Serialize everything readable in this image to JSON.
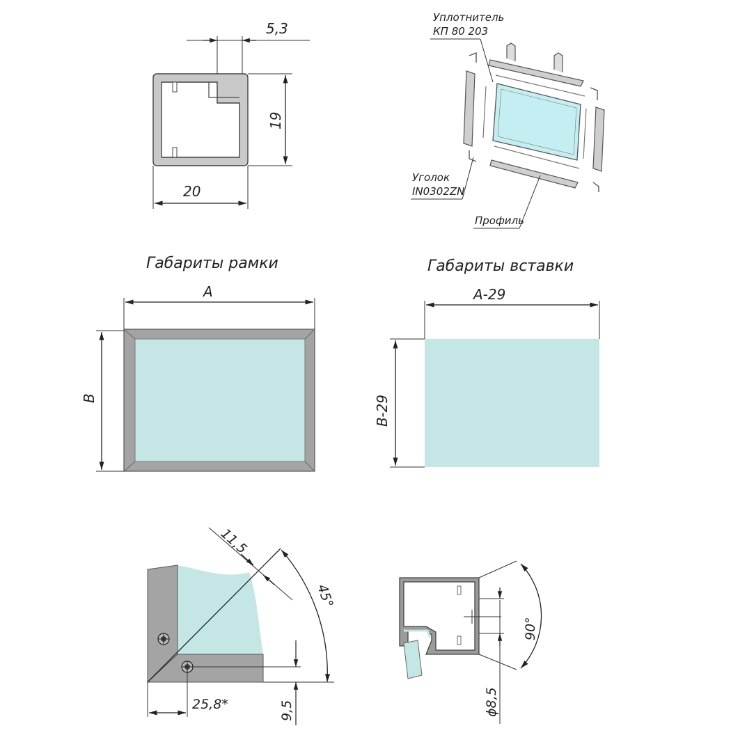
{
  "colors": {
    "glass": "#c4e7e6",
    "frame_gray": "#a4a4a4",
    "dark_gray": "#8e8e8e",
    "line": "#222222"
  },
  "profile_section": {
    "dim_top": "5,3",
    "dim_right": "19",
    "dim_bottom": "20"
  },
  "assembly": {
    "seal_label_line1": "Уплотнитель",
    "seal_label_line2": "КП 80 203",
    "corner_label_line1": "Уголок",
    "corner_label_line2": "IN0302ZN",
    "profile_label": "Профиль"
  },
  "frame_dims": {
    "title": "Габариты рамки",
    "width_label": "A",
    "height_label": "B"
  },
  "insert_dims": {
    "title": "Габариты вставки",
    "width_label": "A-29",
    "height_label": "B-29"
  },
  "corner_detail": {
    "dim_diag": "11,5",
    "dim_angle": "45°",
    "dim_bottom": "25,8*",
    "dim_right": "9,5"
  },
  "mount_detail": {
    "dim_angle": "90°",
    "dim_diameter": "ϕ8,5"
  }
}
